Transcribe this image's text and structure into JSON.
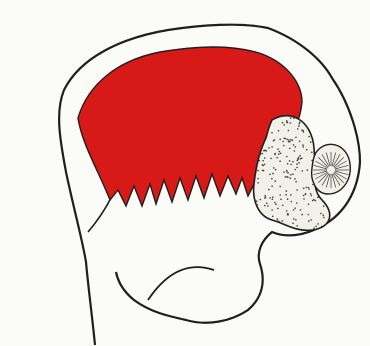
{
  "image": {
    "background_color": "#fbfbf7",
    "line_color": "#1f1f1f",
    "muscle_color": "#d71a17",
    "ear_fill_color": "#f1f0e9",
    "stipple_color": "#3a3a3a"
  },
  "regions": [
    {
      "key": "head-outline",
      "kind": "outline"
    },
    {
      "key": "temporal-muscle",
      "kind": "filled-region"
    },
    {
      "key": "ear",
      "kind": "stippled-region"
    },
    {
      "key": "ear-opening",
      "kind": "hatched-region"
    },
    {
      "key": "jaw-line",
      "kind": "outline"
    }
  ]
}
